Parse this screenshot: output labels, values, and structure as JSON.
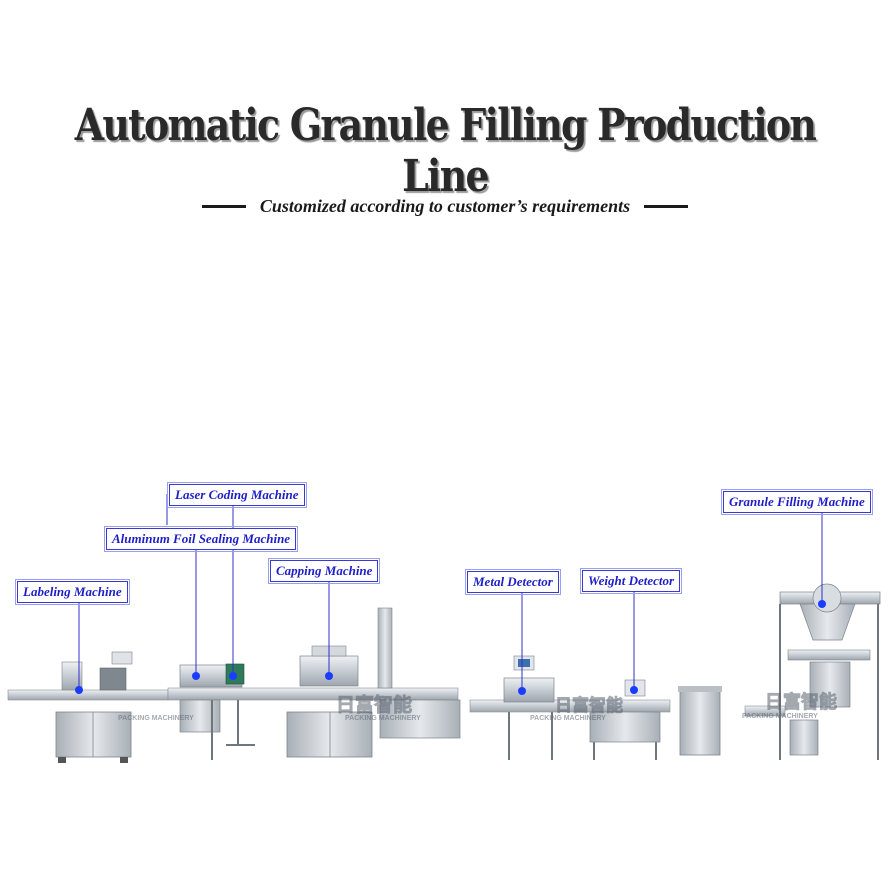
{
  "header": {
    "title": "Automatic Granule Filling Production Line",
    "subtitle": "Customized according to customer’s requirements"
  },
  "labels": {
    "laser": "Laser Coding Machine",
    "foil": "Aluminum Foil Sealing Machine",
    "capping": "Capping Machine",
    "labeling": "Labeling Machine",
    "metal": "Metal Detector",
    "weight": "Weight Detector",
    "granule": "Granule Filling Machine"
  },
  "watermarks": {
    "brand_cn": "日富智能",
    "sub_1": "PACKING MACHINERY",
    "sub_2": "PACKING MACHINERY",
    "sub_3": "PACKING MACHINERY",
    "sub_4": "PACKING MACHINERY"
  },
  "colors": {
    "label_text": "#1e1ec8",
    "pointer": "#3030c8",
    "dot": "#1a3cff",
    "machine": "#c9ced3"
  }
}
